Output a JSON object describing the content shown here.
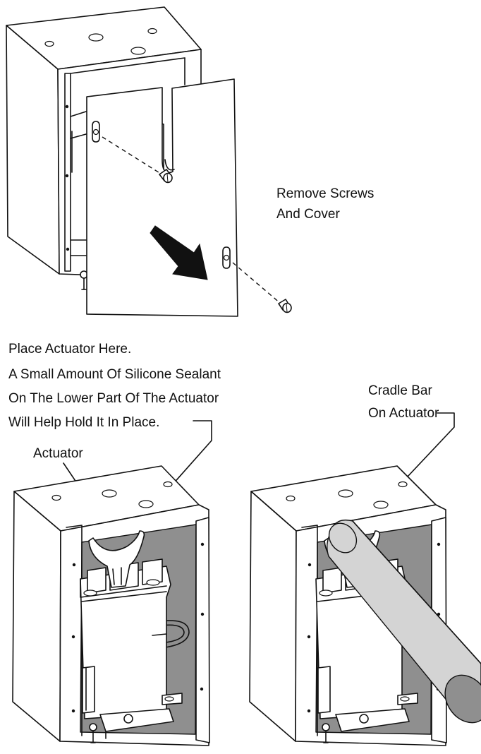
{
  "labels": {
    "remove_line1": "Remove Screws",
    "remove_line2": "And Cover",
    "place_line1": "Place Actuator Here.",
    "place_line2": "A Small Amount Of Silicone Sealant",
    "place_line3": "On The Lower Part Of The Actuator",
    "place_line4": "Will Help Hold It In Place.",
    "actuator": "Actuator",
    "cradle_line1": "Cradle Bar",
    "cradle_line2": "On Actuator"
  },
  "colors": {
    "line": "#111111",
    "cavity_gray": "#8f8f8f",
    "bar_gray": "#d4d4d4",
    "background": "#ffffff"
  }
}
